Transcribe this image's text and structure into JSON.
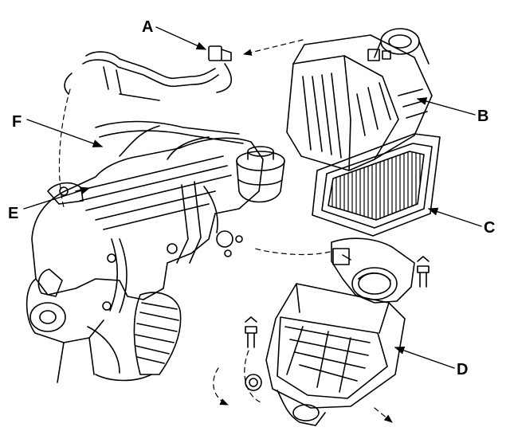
{
  "labels": {
    "a": "A",
    "b": "B",
    "c": "C",
    "d": "D",
    "e": "E",
    "f": "F"
  },
  "colors": {
    "ink": "#000000",
    "paper": "#ffffff"
  }
}
